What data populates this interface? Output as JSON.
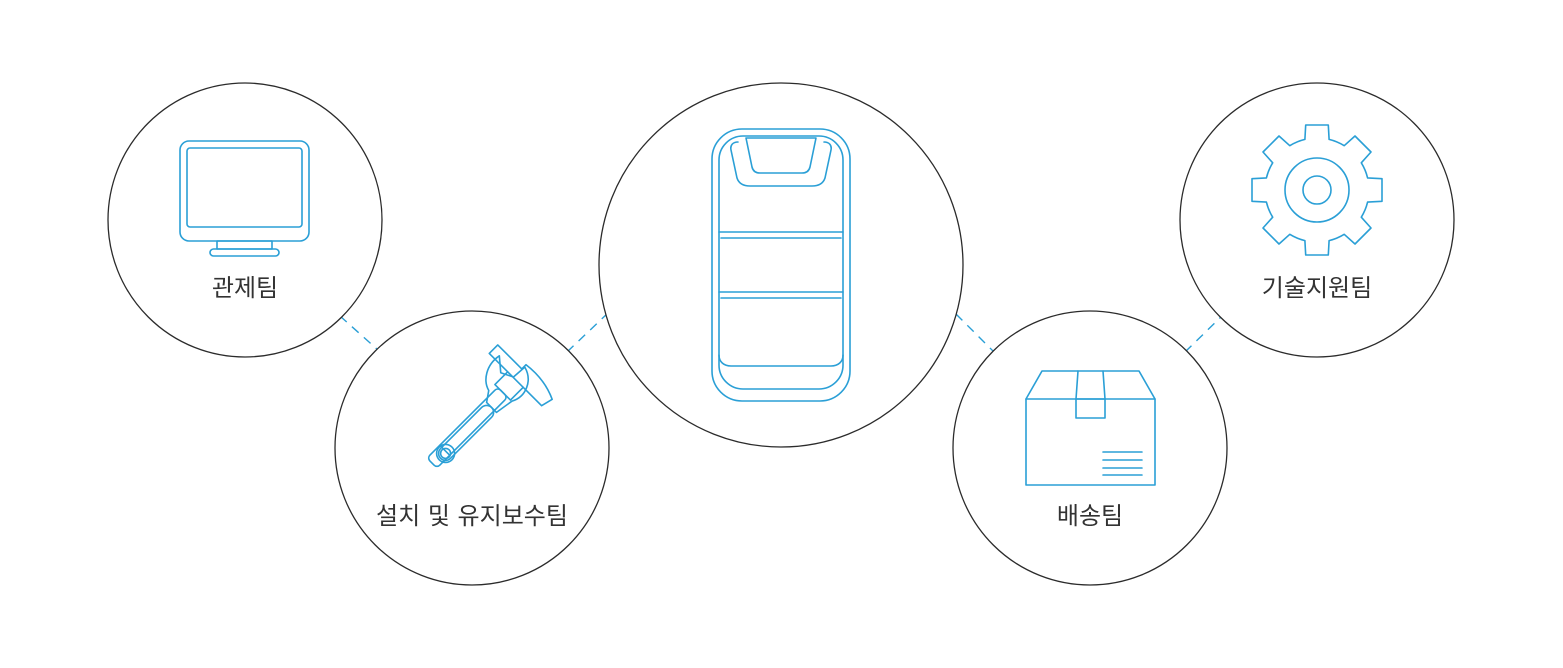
{
  "colors": {
    "accent": "#2a9fd6",
    "circle_stroke": "#2b2b2b",
    "label_text": "#333333",
    "background": "#ffffff"
  },
  "nodes": [
    {
      "id": "control",
      "label": "관제팀",
      "icon": "monitor-icon"
    },
    {
      "id": "install",
      "label": "설치 및 유지보수팀",
      "icon": "tools-icon"
    },
    {
      "id": "robot",
      "label": "",
      "icon": "robot-icon"
    },
    {
      "id": "delivery",
      "label": "배송팀",
      "icon": "box-icon"
    },
    {
      "id": "tech",
      "label": "기술지원팀",
      "icon": "gear-icon"
    }
  ]
}
